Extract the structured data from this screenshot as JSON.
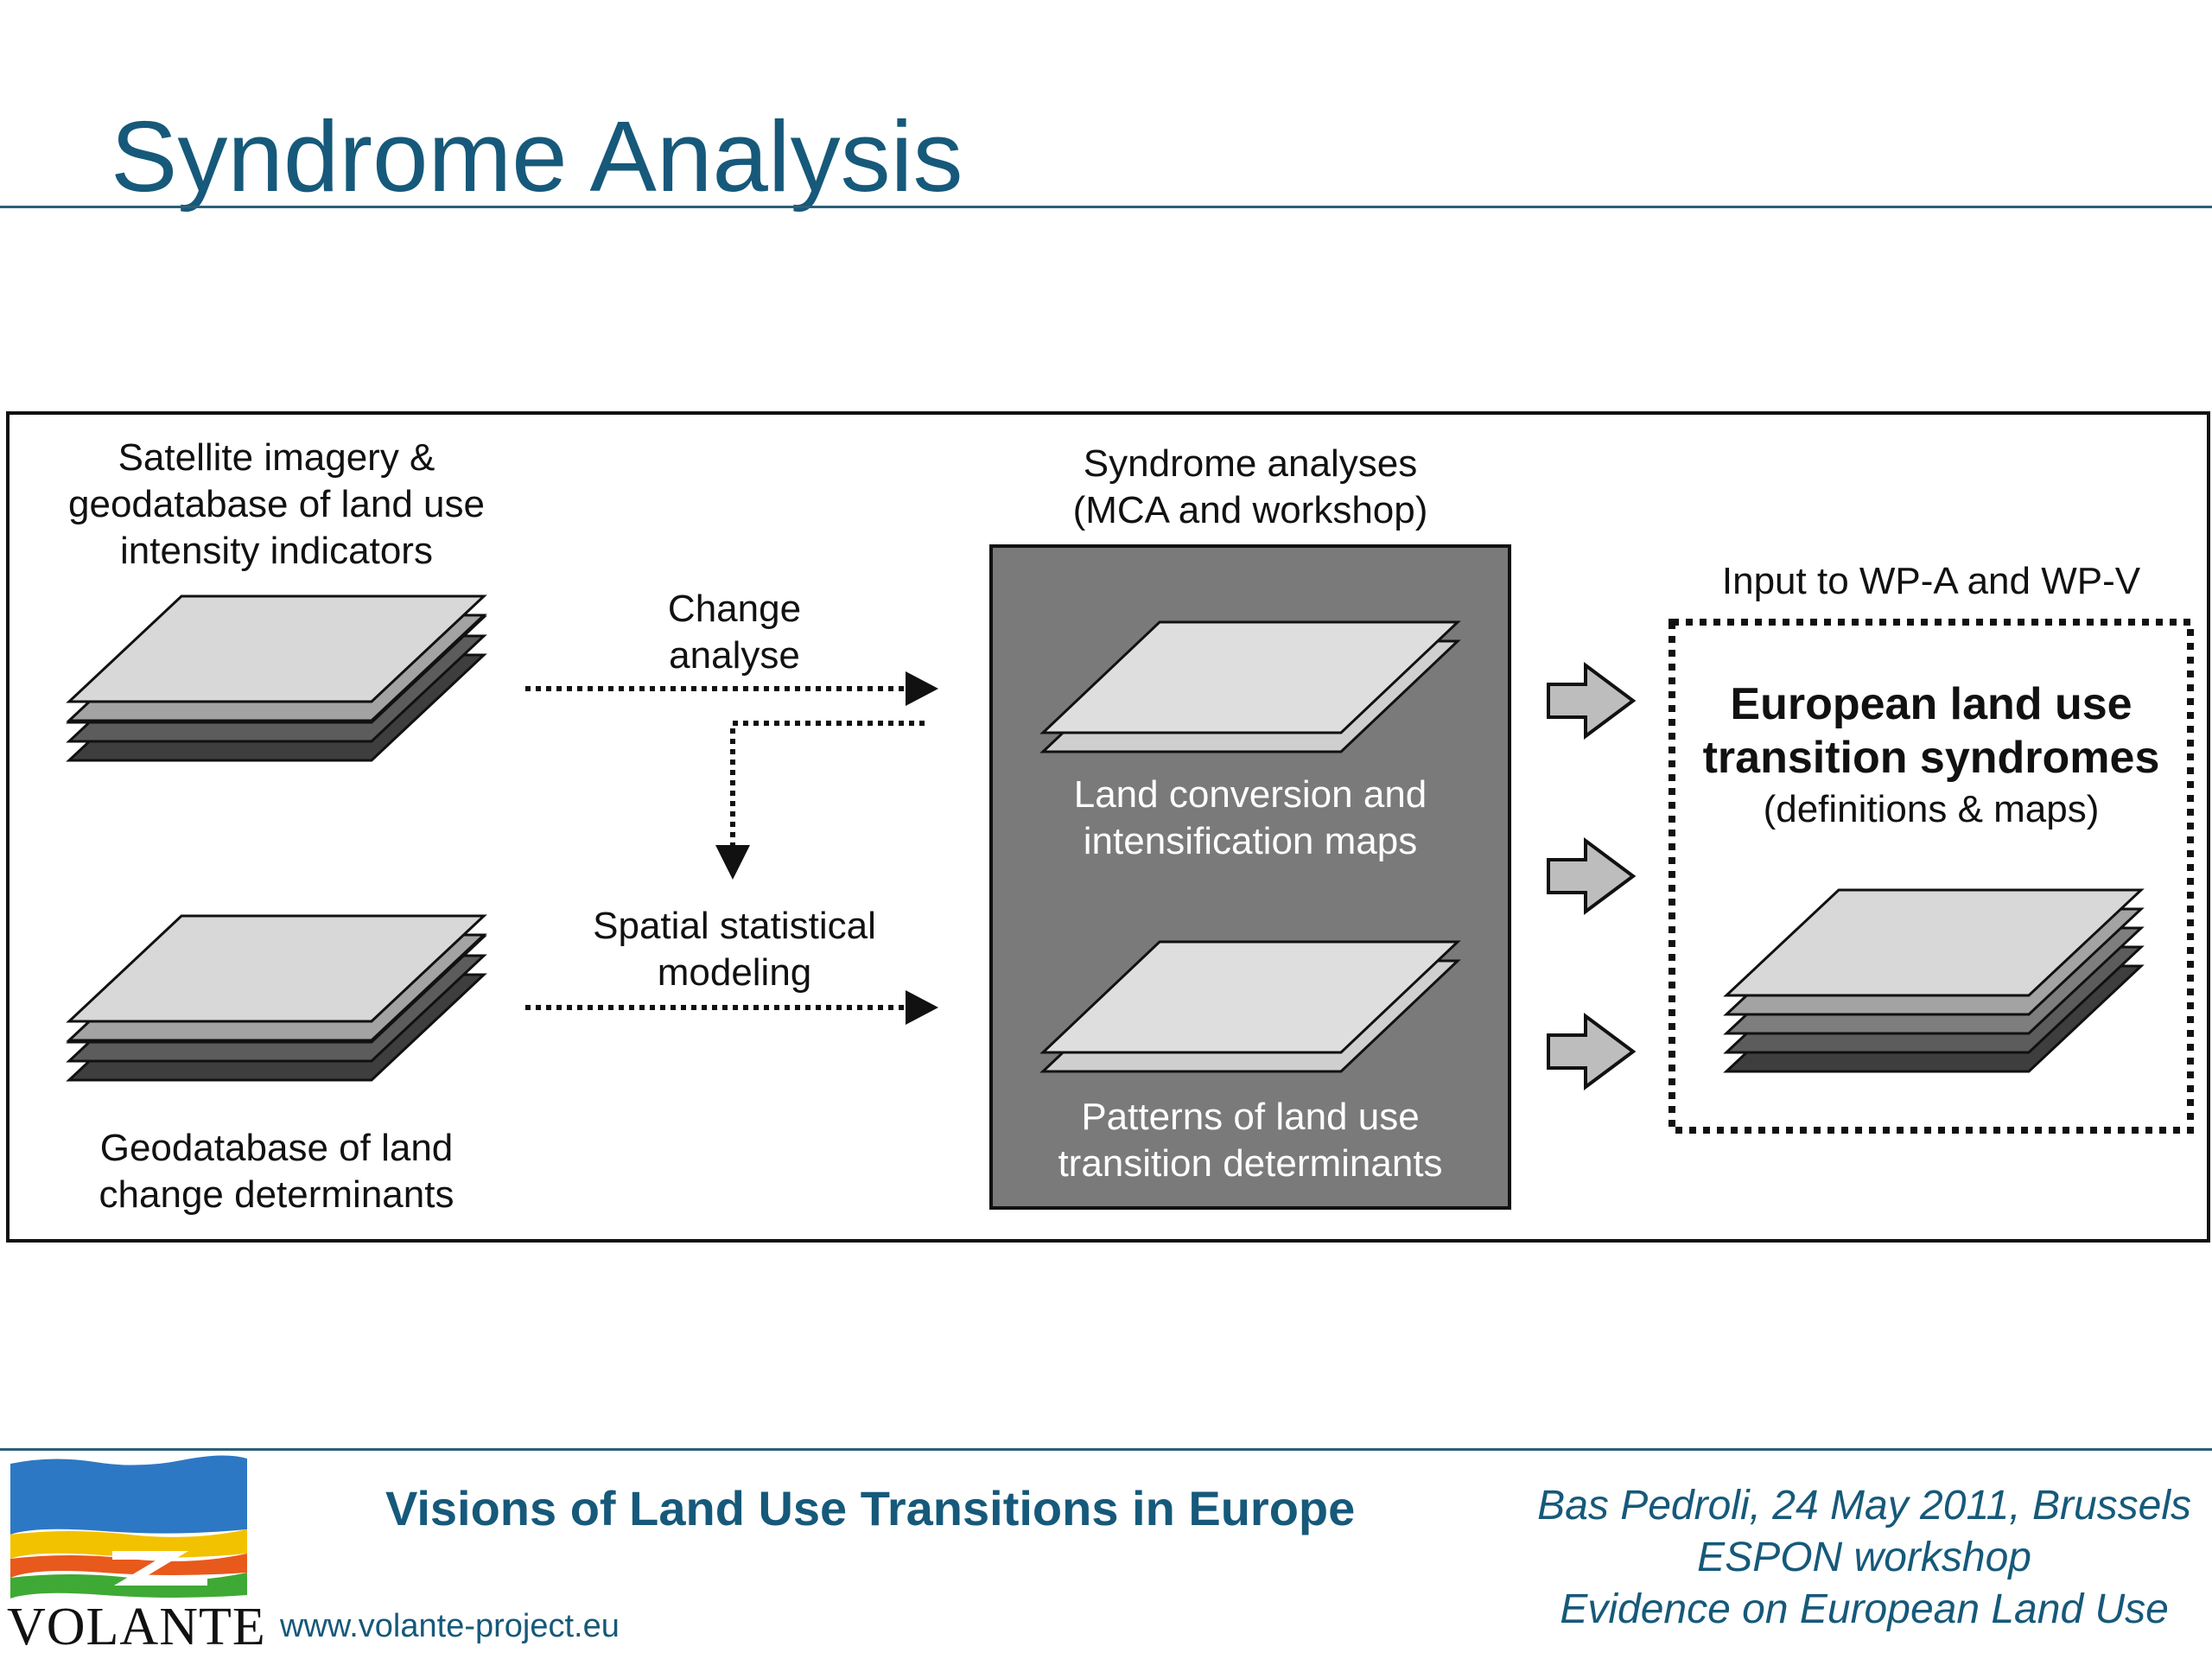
{
  "title": "Syndrome Analysis",
  "diagram": {
    "satellite_label": [
      "Satellite imagery &",
      "geodatabase of land use",
      "intensity indicators"
    ],
    "geodatabase_label": [
      "Geodatabase of land",
      "change determinants"
    ],
    "change_label": [
      "Change",
      "analyse"
    ],
    "spatial_label": [
      "Spatial statistical",
      "modeling"
    ],
    "syndrome_label": [
      "Syndrome analyses",
      "(MCA and workshop)"
    ],
    "land_conversion_label": [
      "Land conversion and",
      "intensification maps"
    ],
    "patterns_label": [
      "Patterns of land use",
      "transition determinants"
    ],
    "input_label": "Input to WP-A and WP-V",
    "european_label": [
      "European land use",
      "transition syndromes"
    ],
    "definitions_label": "(definitions & maps)"
  },
  "footer": {
    "project_title": "Visions of Land Use Transitions in Europe",
    "url": "www.volante-project.eu",
    "logo_text": "VOLANTE",
    "presenter_lines": [
      "Bas Pedroli, 24 May 2011, Brussels",
      "ESPON workshop",
      "Evidence on European Land Use"
    ]
  },
  "colors": {
    "title": "#16597a",
    "syndrome_box": "#7a7a7a",
    "layer_light": "#dcdcdc",
    "layer_dark": "#4a4a4a"
  }
}
